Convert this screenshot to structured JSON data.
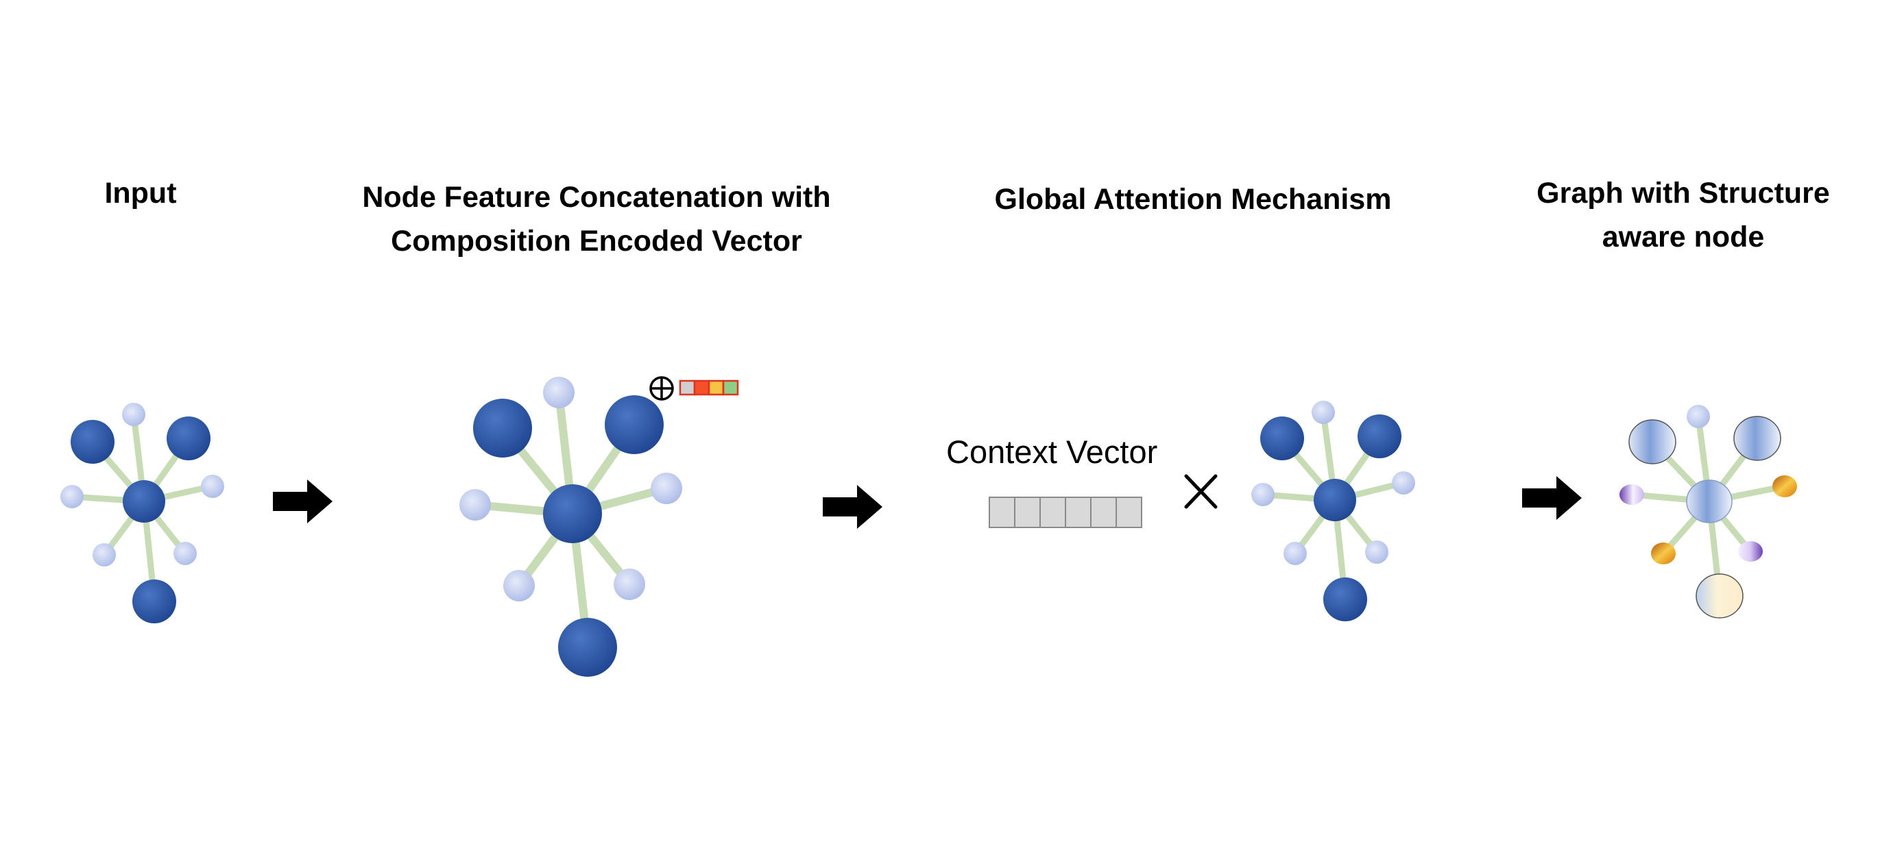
{
  "stages": [
    {
      "id": "input",
      "title_lines": [
        "Input"
      ]
    },
    {
      "id": "concat",
      "title_lines": [
        "Node Feature Concatenation with",
        "Composition Encoded Vector"
      ]
    },
    {
      "id": "attention",
      "title_lines": [
        "Global Attention Mechanism"
      ]
    },
    {
      "id": "output",
      "title_lines": [
        "Graph with Structure",
        "aware node"
      ]
    }
  ],
  "context_vector_label": "Context Vector",
  "symbols": {
    "concat": "⊕",
    "multiply": "×"
  },
  "colors": {
    "hub_node": "#2f5aa8",
    "leaf_light": "#c8d2f2",
    "edge": "#c7dcb5",
    "arrow": "#000000",
    "context_cell": "#d9d9d9",
    "composition_cells": [
      "#cfcfcf",
      "#f4502a",
      "#f6c344",
      "#8fce86"
    ]
  }
}
